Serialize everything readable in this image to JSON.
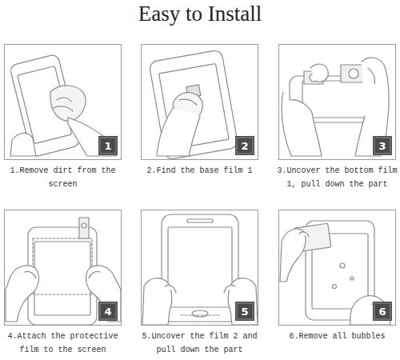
{
  "diagram": {
    "title": "Easy to Install",
    "nodes": [
      {
        "text": [
          "1.Remove dirt from the screen"
        ]
      },
      {
        "text": [
          "1"
        ],
        "in": 0
      },
      {
        "text": [
          "2.Find the base film 1"
        ]
      },
      {
        "text": [
          "2"
        ],
        "in": 2
      },
      {
        "text": [
          "3.Uncover the bottom film 1, pull down the part"
        ]
      },
      {
        "text": [
          "3"
        ],
        "in": 4
      },
      {
        "text": [
          "4.Attach the protective film to the screen"
        ]
      },
      {
        "text": [
          "4"
        ],
        "in": 6
      },
      {
        "text": [
          "5.Uncover the film 2 and pull down the part"
        ]
      },
      {
        "text": [
          "5"
        ],
        "in": 8
      },
      {
        "text": [
          "6.Remove all bubbles"
        ]
      },
      {
        "text": [
          "6"
        ],
        "in": 10
      }
    ]
  }
}
